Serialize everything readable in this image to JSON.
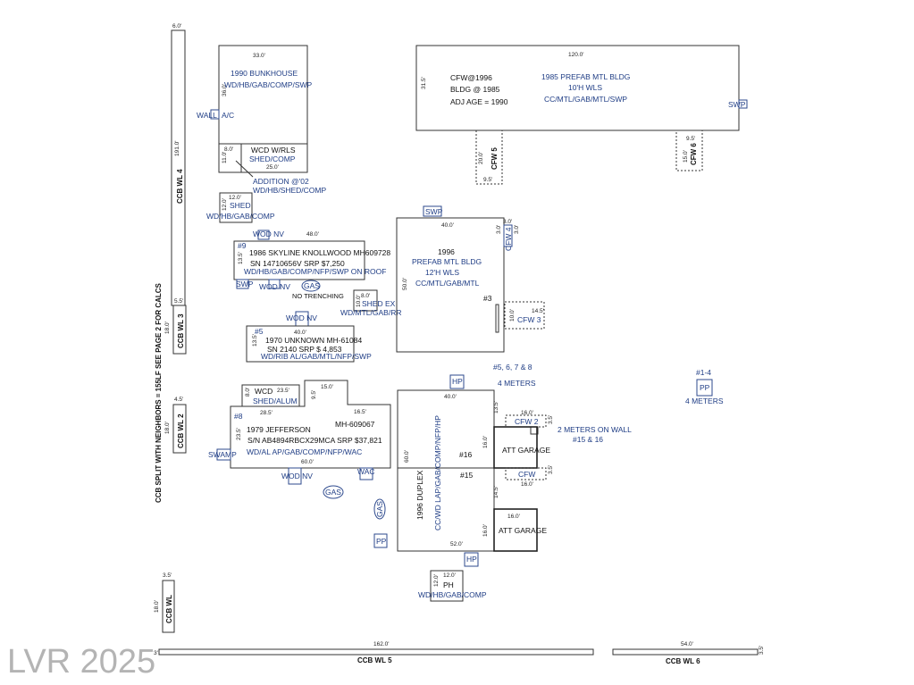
{
  "watermark": "LVR 2025",
  "side_note": "CCB SPLIT WITH NEIGHBORS = 155LF  SEE PAGE 2 FOR CALCS",
  "walls": {
    "wl4": {
      "label": "CCB WL 4",
      "len": "191.0'",
      "w": "6.0'"
    },
    "wl3": {
      "label": "CCB WL 3",
      "len": "18.0'",
      "w": "5.5'"
    },
    "wl2": {
      "label": "CCB WL 2",
      "len": "18.0'",
      "w": "4.5'"
    },
    "wl": {
      "label": "CCB WL",
      "len": "18.0'",
      "w": "3.5'"
    },
    "wl5": {
      "label": "CCB WL 5",
      "len": "162.0'",
      "w": "3'"
    },
    "wl6": {
      "label": "CCB WL 6",
      "len": "54.0'",
      "w": "3.5'"
    }
  },
  "bunkhouse": {
    "width": "33.0'",
    "depth": "36.0'",
    "l1": "1990 BUNKHOUSE",
    "l2": "WD/HB/GAB/COMP/SWP",
    "ac": "A/C",
    "wall": "WALL"
  },
  "wcd": {
    "l1": "WCD W/RLS",
    "l2": "SHED/COMP",
    "w": "8.0'",
    "d": "11.0'",
    "len": "25.0'"
  },
  "addition": {
    "l1": "ADDITION  @'02",
    "l2": "WD/HB/SHED/COMP"
  },
  "shed": {
    "w": "12.0'",
    "d": "12.0'",
    "l1": "SHED",
    "l2": "WD/HB/GAB/COMP"
  },
  "prefab1985": {
    "width": "120.0'",
    "depth": "31.5'",
    "c1": "CFW@1996",
    "c2": "BLDG @ 1985",
    "c3": "ADJ AGE = 1990",
    "l1": "1985 PREFAB MTL BLDG",
    "l2": "10'H WLS",
    "l3": "CC/MTL/GAB/MTL/SWP",
    "swp": "SWP"
  },
  "cfw5": {
    "label": "CFW 5",
    "w": "9.5'",
    "d": "20.0'"
  },
  "cfw6": {
    "label": "CFW 6",
    "w": "9.5'",
    "d": "15.0'"
  },
  "skyline": {
    "num": "#9",
    "wod": "WOD NV",
    "width": "48.0'",
    "depth": "13.5'",
    "l1": "1986 SKYLINE KNOLLWOOD  MH609728",
    "l2": "SN 14710656V  SRP $7,250",
    "l3": "WD/HB/GAB/COMP/NFP/SWP ON ROOF",
    "swp": "SWP",
    "wod2": "WOD NV",
    "gas": "GAS",
    "notr": "NO TRENCHING"
  },
  "shedex": {
    "l1": "SHED EX",
    "l2": "WD/MTL/GAB/RR",
    "w": "8.0'",
    "d": "10.0'"
  },
  "unknown1970": {
    "num": "#5",
    "wod": "WOD NV",
    "width": "40.0'",
    "depth": "13.5'",
    "l1": "1970 UNKNOWN  MH-61084",
    "l2": "SN 2140  SRP $ 4,853",
    "l3": "WD/RIB AL/GAB/MTL/NFP/SWP"
  },
  "prefab1996": {
    "swp": "SWP",
    "width": "40.0'",
    "depth": "50.0'",
    "l1": "1996",
    "l2": "PREFAB MTL BLDG",
    "l3": "12'H WLS",
    "l4": "CC/MTL/GAB/MTL",
    "num": "#3",
    "cfw4": "CFW 4",
    "d1": "3.0'",
    "d2": "3.0'",
    "d3": "3.0'"
  },
  "cfw3": {
    "label": "CFW 3",
    "w": "14.5'",
    "d": "10.0'"
  },
  "meters": {
    "l1": "#5, 6, 7 & 8",
    "l2": "4 METERS",
    "pp_num": "#1-4",
    "pp": "PP",
    "pp_m": "4 METERS"
  },
  "wcd2": {
    "l1": "WCD",
    "l2": "SHED/ALUM",
    "w": "23.5'",
    "d": "8.0'"
  },
  "jefferson": {
    "num": "#8",
    "d1": "15.0'",
    "d2": "9.5'",
    "d3": "28.5'",
    "d4": "16.5'",
    "depth": "23.5'",
    "width": "60.0'",
    "l1": "1979 JEFFERSON",
    "mh": "MH-609067",
    "l2": "S/N AB4894RBCX29MCA  SRP $37,821",
    "l3": "WD/AL AP/GAB/COMP/NFP/WAC",
    "swamp": "SWAMP",
    "wod": "WOD NV",
    "wac": "WAC",
    "gas": "GAS"
  },
  "duplex": {
    "hp": "HP",
    "width": "40.0'",
    "width2": "52.0'",
    "depth": "60.0'",
    "d1": "13.5'",
    "d2": "16.0'",
    "d3": "14.5'",
    "d4": "16.0'",
    "vert": "1996 DUPLEX",
    "vert2": "CC/WD LAP/GAB/COMP/NFP/HP",
    "u16": "#16",
    "u15": "#15",
    "hp2": "HP"
  },
  "cfw2": {
    "label": "CFW 2",
    "w": "16.0'",
    "d": "3.5'"
  },
  "meters2": {
    "l1": "2 METERS ON WALL",
    "l2": "#15 & 16"
  },
  "attg1": {
    "label": "ATT GARAGE"
  },
  "cfw": {
    "label": "CFW",
    "w": "16.0'",
    "d": "3.5'"
  },
  "attg2": {
    "label": "ATT GARAGE",
    "w": "16.0'"
  },
  "pp2": {
    "label": "PP"
  },
  "gas2": {
    "label": "GAS"
  },
  "ph": {
    "w": "12.0'",
    "d": "12.0'",
    "l1": "PH",
    "l2": "WD/HB/GAB/COMP"
  }
}
